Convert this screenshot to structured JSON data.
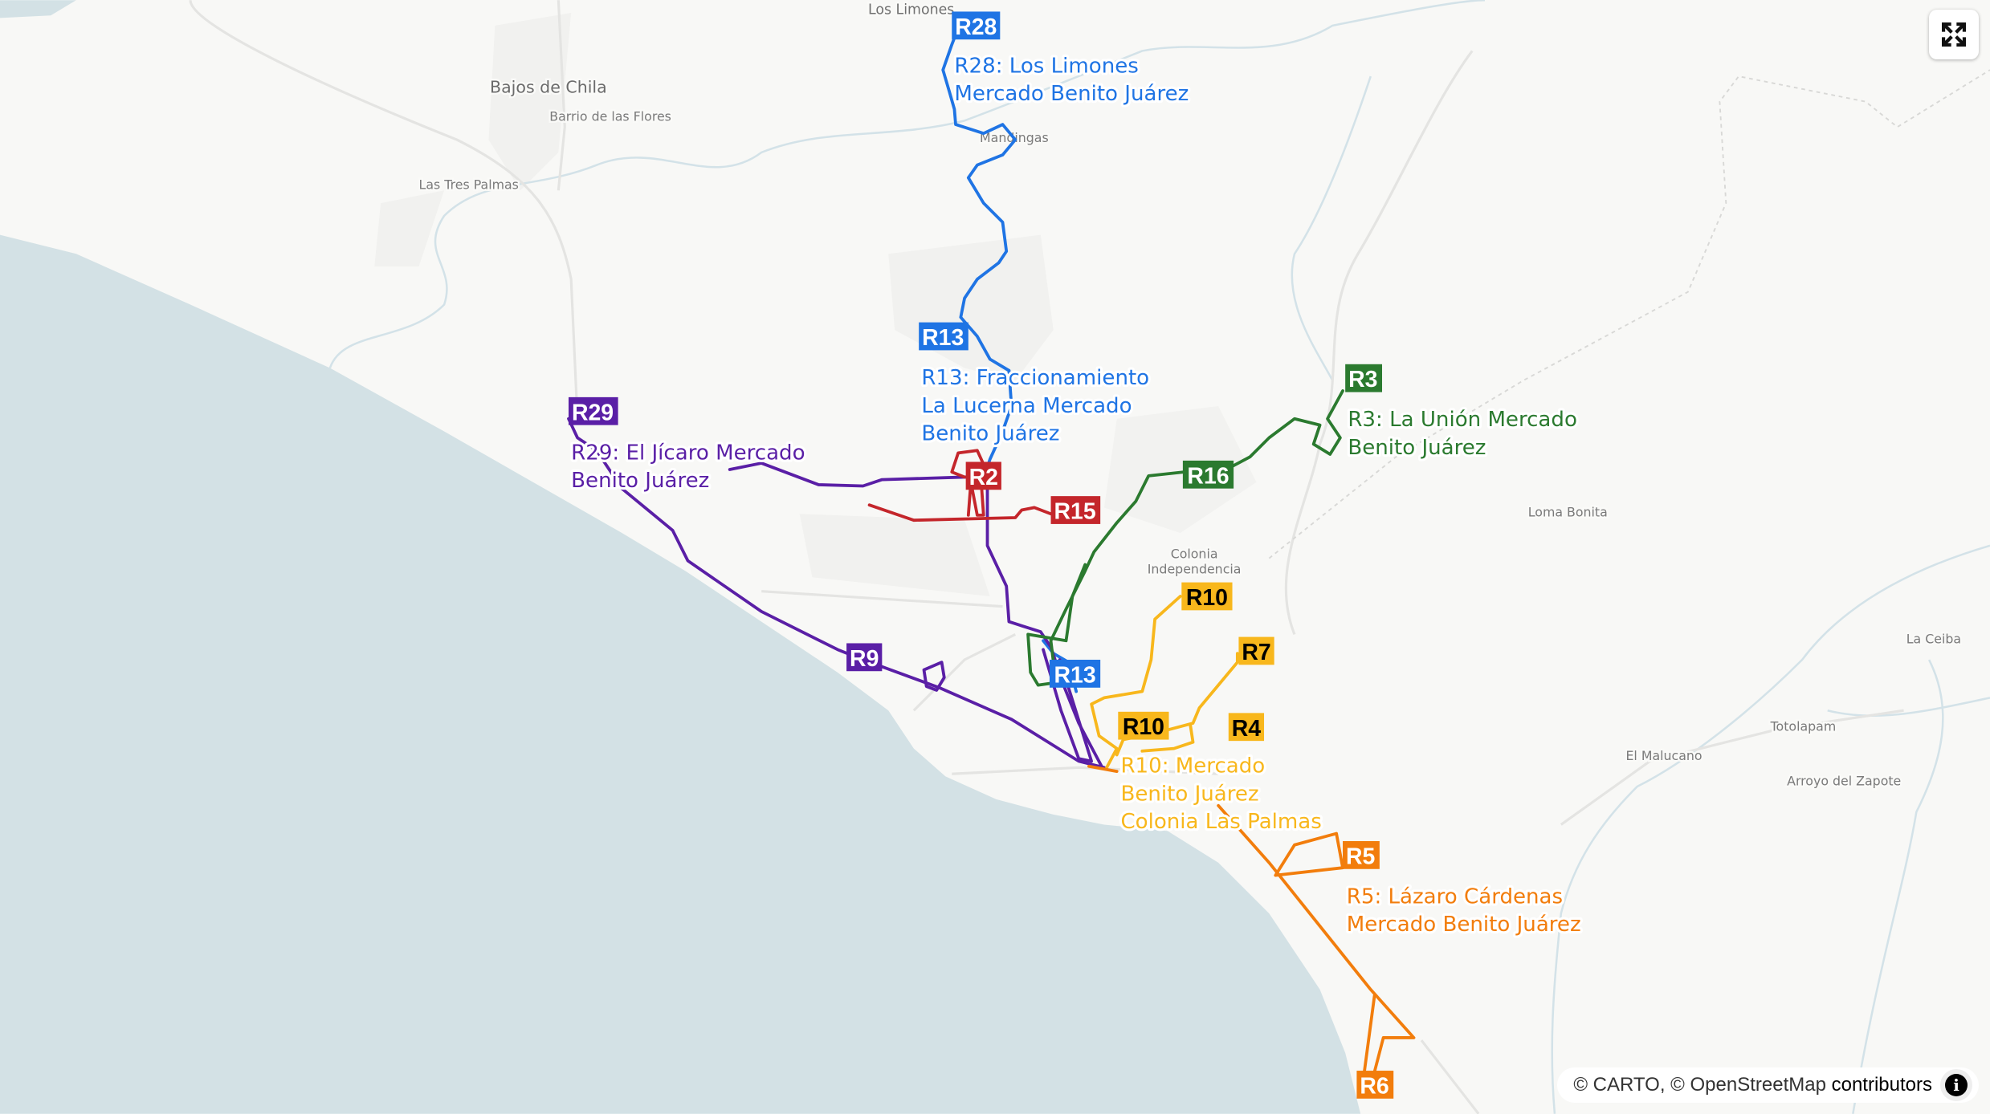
{
  "places": {
    "los_limones": "Los Limones",
    "bajos_de_chila": "Bajos de Chila",
    "barrio_flores": "Barrio de las Flores",
    "tres_palmas": "Las Tres Palmas",
    "mandingas": "Mandingas",
    "colonia_1": "Colonia",
    "colonia_2": "Independencia",
    "loma_bonita": "Loma Bonita",
    "la_ceiba": "La Ceiba",
    "totolapam": "Totolapam",
    "el_malucano": "El Malucano",
    "arroyo_zapote": "Arroyo del Zapote"
  },
  "colors": {
    "blue": "#1f74e4",
    "purple": "#5a1fa6",
    "red": "#c4262b",
    "green": "#2b7a2f",
    "yellow": "#f8b71c",
    "orange": "#f27d0c",
    "water": "#d3e1e5"
  },
  "routes": {
    "r28": {
      "badge": "R28",
      "desc": [
        "R28: Los Limones",
        "Mercado Benito Juárez"
      ]
    },
    "r13": {
      "badge": "R13",
      "desc": [
        "R13: Fraccionamiento",
        "La Lucerna  Mercado",
        "Benito Juárez"
      ]
    },
    "r29": {
      "badge": "R29",
      "desc": [
        "R29: El Jícaro  Mercado",
        "Benito Juárez"
      ]
    },
    "r3": {
      "badge": "R3",
      "desc": [
        "R3: La Unión  Mercado",
        "Benito Juárez"
      ]
    },
    "r10": {
      "badge": "R10",
      "desc": [
        "R10: Mercado",
        "Benito Juárez",
        "Colonia Las Palmas"
      ]
    },
    "r5": {
      "badge": "R5",
      "desc": [
        "R5: Lázaro Cárdenas",
        "Mercado Benito Juárez"
      ]
    },
    "r2": {
      "badge": "R2"
    },
    "r15": {
      "badge": "R15"
    },
    "r16": {
      "badge": "R16"
    },
    "r9": {
      "badge": "R9"
    },
    "r7": {
      "badge": "R7"
    },
    "r4": {
      "badge": "R4"
    },
    "r6": {
      "badge": "R6"
    }
  },
  "controls": {
    "fullscreen_icon": "expand-icon"
  },
  "attribution": {
    "carto": "© CARTO, © OpenStreetMap",
    "contributors": "contributors",
    "info_icon": "i"
  }
}
